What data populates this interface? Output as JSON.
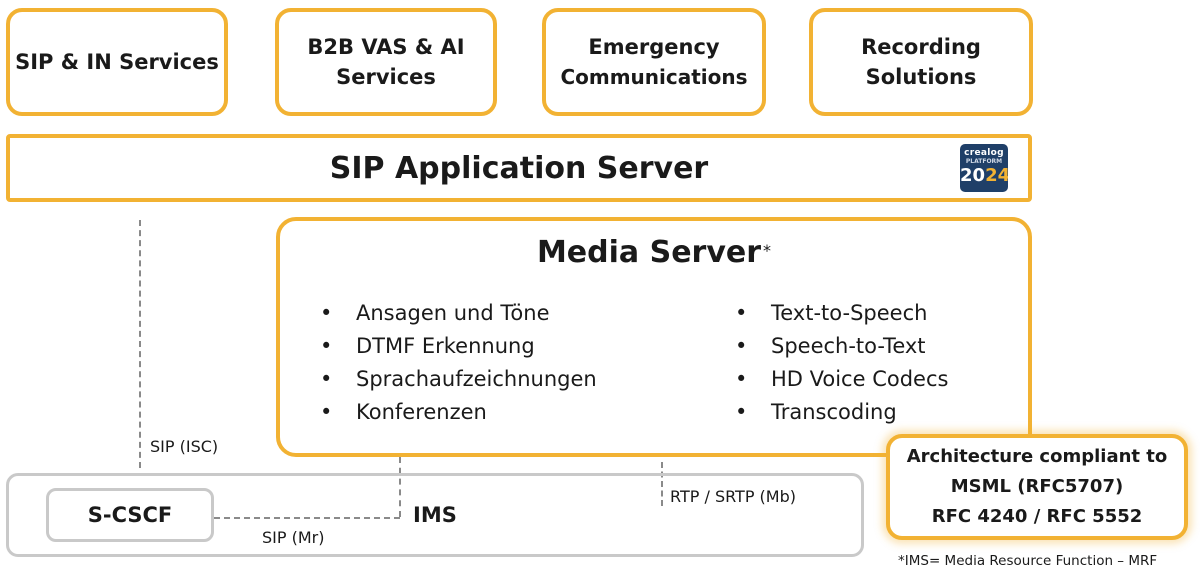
{
  "services": [
    {
      "lines": [
        "SIP & IN Services"
      ]
    },
    {
      "lines": [
        "B2B VAS & AI",
        "Services"
      ]
    },
    {
      "lines": [
        "Emergency",
        "Communications"
      ]
    },
    {
      "lines": [
        "Recording",
        "Solutions"
      ]
    }
  ],
  "app_server": {
    "title": "SIP Application Server",
    "logo": {
      "brand": "crealog",
      "sub": "PLATFORM",
      "year_main": "20",
      "year_accent": "24"
    }
  },
  "media_server": {
    "title": "Media Server",
    "asterisk": "*",
    "features_left": [
      "Ansagen und Töne",
      "DTMF Erkennung",
      "Sprachaufzeichnungen",
      "Konferenzen"
    ],
    "features_right": [
      "Text-to-Speech",
      "Speech-to-Text",
      "HD Voice Codecs",
      "Transcoding"
    ]
  },
  "ims": {
    "label": "IMS",
    "scscf": "S-CSCF"
  },
  "connections": {
    "sip_isc": "SIP (ISC)",
    "sip_mr": "SIP (Mr)",
    "rtp": "RTP / SRTP (Mb)"
  },
  "compliance": [
    "Architecture compliant to",
    "MSML (RFC5707)",
    "RFC 4240 / RFC 5552"
  ],
  "footnote": "*IMS= Media Resource Function – MRF",
  "colors": {
    "accent": "#f2b233",
    "grey_border": "#c9c9c9",
    "logo_bg": "#1f3f68"
  }
}
